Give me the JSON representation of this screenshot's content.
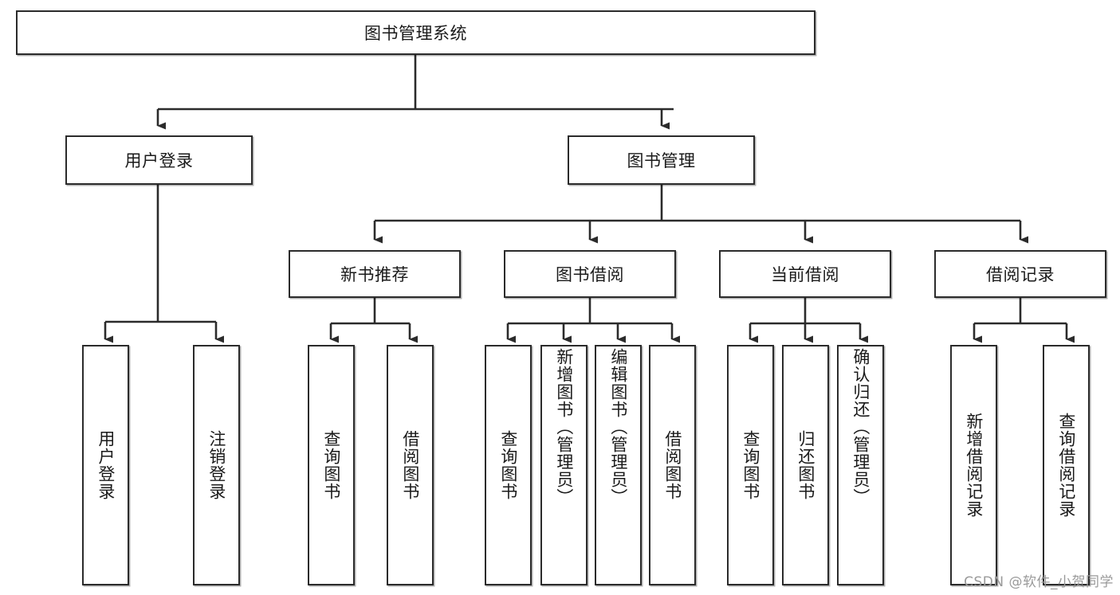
{
  "diagram": {
    "type": "tree-hierarchy-chart",
    "orientation": "top-down",
    "root": {
      "id": "root",
      "label": "图书管理系统"
    },
    "levels": [
      {
        "level": 1,
        "nodes": [
          {
            "id": "root",
            "label": "图书管理系统",
            "text_direction": "horizontal"
          }
        ]
      },
      {
        "level": 2,
        "nodes": [
          {
            "id": "user-login",
            "label": "用户登录",
            "parent": "root",
            "text_direction": "horizontal"
          },
          {
            "id": "book-manage",
            "label": "图书管理",
            "parent": "root",
            "text_direction": "horizontal"
          }
        ]
      },
      {
        "level": 3,
        "nodes": [
          {
            "id": "new-book-rec",
            "label": "新书推荐",
            "parent": "book-manage",
            "text_direction": "horizontal"
          },
          {
            "id": "book-borrow",
            "label": "图书借阅",
            "parent": "book-manage",
            "text_direction": "horizontal"
          },
          {
            "id": "current-borrow",
            "label": "当前借阅",
            "parent": "book-manage",
            "text_direction": "horizontal"
          },
          {
            "id": "borrow-record",
            "label": "借阅记录",
            "parent": "book-manage",
            "text_direction": "horizontal"
          }
        ]
      },
      {
        "level": 4,
        "nodes": [
          {
            "id": "leaf-1",
            "label": "用户登录",
            "parent": "user-login",
            "text_direction": "vertical"
          },
          {
            "id": "leaf-2",
            "label": "注销登录",
            "parent": "user-login",
            "text_direction": "vertical"
          },
          {
            "id": "leaf-3",
            "label": "查询图书",
            "parent": "new-book-rec",
            "text_direction": "vertical"
          },
          {
            "id": "leaf-4",
            "label": "借阅图书",
            "parent": "new-book-rec",
            "text_direction": "vertical"
          },
          {
            "id": "leaf-5",
            "label": "查询图书",
            "parent": "book-borrow",
            "text_direction": "vertical"
          },
          {
            "id": "leaf-6",
            "label": "新增图书（管理员）",
            "parent": "book-borrow",
            "text_direction": "vertical"
          },
          {
            "id": "leaf-7",
            "label": "编辑图书（管理员）",
            "parent": "book-borrow",
            "text_direction": "vertical"
          },
          {
            "id": "leaf-8",
            "label": "借阅图书",
            "parent": "book-borrow",
            "text_direction": "vertical"
          },
          {
            "id": "leaf-9",
            "label": "查询图书",
            "parent": "current-borrow",
            "text_direction": "vertical"
          },
          {
            "id": "leaf-10",
            "label": "归还图书",
            "parent": "current-borrow",
            "text_direction": "vertical"
          },
          {
            "id": "leaf-11",
            "label": "确认归还（管理员）",
            "parent": "current-borrow",
            "text_direction": "vertical"
          },
          {
            "id": "leaf-12",
            "label": "新增借阅记录",
            "parent": "borrow-record",
            "text_direction": "vertical"
          },
          {
            "id": "leaf-13",
            "label": "查询借阅记录",
            "parent": "borrow-record",
            "text_direction": "vertical"
          }
        ]
      }
    ],
    "edges": [
      {
        "from": "root",
        "to": "user-login"
      },
      {
        "from": "root",
        "to": "book-manage"
      },
      {
        "from": "book-manage",
        "to": "new-book-rec"
      },
      {
        "from": "book-manage",
        "to": "book-borrow"
      },
      {
        "from": "book-manage",
        "to": "current-borrow"
      },
      {
        "from": "book-manage",
        "to": "borrow-record"
      },
      {
        "from": "user-login",
        "to": "leaf-1"
      },
      {
        "from": "user-login",
        "to": "leaf-2"
      },
      {
        "from": "new-book-rec",
        "to": "leaf-3"
      },
      {
        "from": "new-book-rec",
        "to": "leaf-4"
      },
      {
        "from": "book-borrow",
        "to": "leaf-5"
      },
      {
        "from": "book-borrow",
        "to": "leaf-6"
      },
      {
        "from": "book-borrow",
        "to": "leaf-7"
      },
      {
        "from": "book-borrow",
        "to": "leaf-8"
      },
      {
        "from": "current-borrow",
        "to": "leaf-9"
      },
      {
        "from": "current-borrow",
        "to": "leaf-10"
      },
      {
        "from": "current-borrow",
        "to": "leaf-11"
      },
      {
        "from": "borrow-record",
        "to": "leaf-12"
      },
      {
        "from": "borrow-record",
        "to": "leaf-13"
      }
    ],
    "colors": {
      "box_border": "#2b2b2b",
      "box_fill": "#ffffff",
      "connector": "#2b2b2b",
      "text": "#1a1a1a",
      "watermark": "#9a9a9a",
      "background": "#ffffff"
    }
  },
  "labels": {
    "root": "图书管理系统",
    "user_login": "用户登录",
    "book_manage": "图书管理",
    "new_book_rec": "新书推荐",
    "book_borrow": "图书借阅",
    "current_borrow": "当前借阅",
    "borrow_record": "借阅记录",
    "leaf_1": "用户登录",
    "leaf_2": "注销登录",
    "leaf_3": "查询图书",
    "leaf_4": "借阅图书",
    "leaf_5": "查询图书",
    "leaf_6": "新增图书（管理员）",
    "leaf_7": "编辑图书（管理员）",
    "leaf_8": "借阅图书",
    "leaf_9": "查询图书",
    "leaf_10": "归还图书",
    "leaf_11": "确认归还（管理员）",
    "leaf_12": "新增借阅记录",
    "leaf_13": "查询借阅记录"
  },
  "watermark": {
    "text": "CSDN @软件_小贺同学"
  }
}
